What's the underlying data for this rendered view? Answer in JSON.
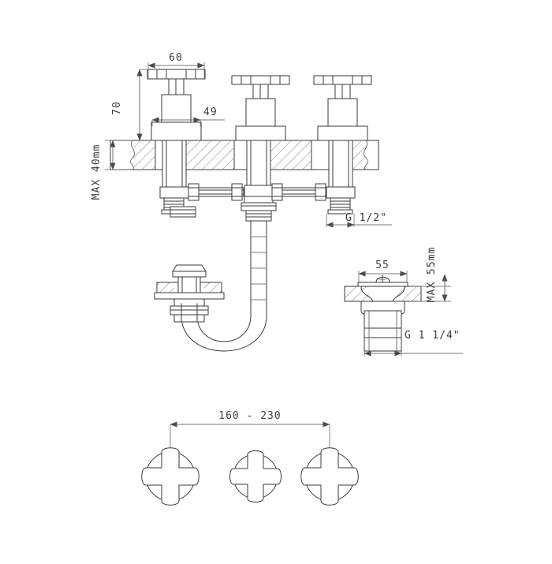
{
  "drawing": {
    "title": "Three-hole bath/basin mixer tap installation drawing",
    "background_color": "#ffffff",
    "line_color": "#3a3a42",
    "text_color": "#3d3d45"
  },
  "dimensions": {
    "handle_width": "60",
    "spindle_height": "70",
    "body_width": "49",
    "deck_thickness_max": "MAX 40mm",
    "inlet_thread": "G 1/2\"",
    "waste_flange_width": "55",
    "waste_deck_max": "MAX 55mm",
    "waste_thread": "G 1 1/4\"",
    "hole_centres": "160 - 230"
  },
  "views": {
    "elevation": {
      "name": "front-elevation-three-hole-mixer",
      "valve_count": 3
    },
    "waste_detail": {
      "name": "pop-up-waste-section"
    },
    "plan": {
      "name": "handle-plan-view",
      "handle_count": 3
    }
  }
}
